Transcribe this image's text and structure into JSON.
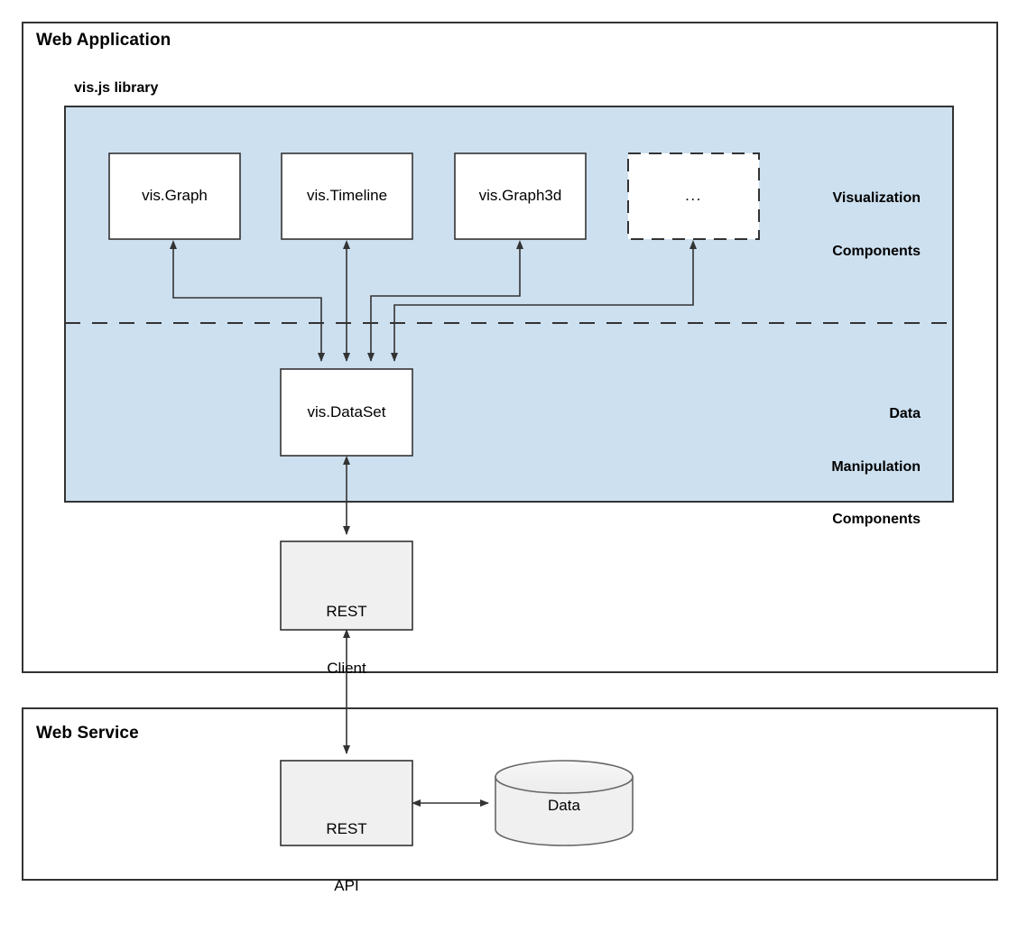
{
  "diagram": {
    "type": "architecture-block-diagram",
    "title_visible": false,
    "colors": {
      "panel_border": "#333333",
      "library_fill": "#cde0f0",
      "library_border": "#333333",
      "node_fill_white": "#ffffff",
      "node_fill_gray": "#f0f0f0",
      "node_border": "#333333",
      "cylinder_fill": "#f0f0f0",
      "cylinder_border": "#666666",
      "arrow": "#333333",
      "divider": "#333333",
      "text": "#000000"
    },
    "panels": [
      {
        "id": "web-application",
        "label": "Web Application"
      },
      {
        "id": "web-service",
        "label": "Web Service"
      }
    ],
    "library": {
      "label": "vis.js library",
      "group_labels": [
        {
          "id": "visualization-components",
          "text": "Visualization\nComponents"
        },
        {
          "id": "data-manipulation-components",
          "text": "Data\nManipulation\nComponents"
        }
      ]
    },
    "nodes": [
      {
        "id": "vis-graph",
        "label": "vis.Graph",
        "style": "solid-white"
      },
      {
        "id": "vis-timeline",
        "label": "vis.Timeline",
        "style": "solid-white"
      },
      {
        "id": "vis-graph3d",
        "label": "vis.Graph3d",
        "style": "solid-white"
      },
      {
        "id": "more",
        "label": "...",
        "style": "dashed-white"
      },
      {
        "id": "vis-dataset",
        "label": "vis.DataSet",
        "style": "solid-white"
      },
      {
        "id": "rest-client",
        "label": "REST\nClient",
        "style": "solid-gray"
      },
      {
        "id": "rest-api",
        "label": "REST\nAPI",
        "style": "solid-gray"
      },
      {
        "id": "data-store",
        "label": "Data",
        "style": "cylinder"
      }
    ],
    "node_text": {
      "vis_graph": "vis.Graph",
      "vis_timeline": "vis.Timeline",
      "vis_graph3d": "vis.Graph3d",
      "more": "...",
      "vis_dataset": "vis.DataSet",
      "rest_client_line1": "REST",
      "rest_client_line2": "Client",
      "rest_api_line1": "REST",
      "rest_api_line2": "API",
      "data_store": "Data"
    },
    "group_text": {
      "visualization_line1": "Visualization",
      "visualization_line2": "Components",
      "data_line1": "Data",
      "data_line2": "Manipulation",
      "data_line3": "Components"
    },
    "edges": [
      {
        "from": "vis-graph",
        "to": "vis-dataset",
        "direction": "both",
        "routing": "orthogonal"
      },
      {
        "from": "vis-timeline",
        "to": "vis-dataset",
        "direction": "both",
        "routing": "straight"
      },
      {
        "from": "vis-graph3d",
        "to": "vis-dataset",
        "direction": "both",
        "routing": "orthogonal"
      },
      {
        "from": "more",
        "to": "vis-dataset",
        "direction": "both",
        "routing": "orthogonal"
      },
      {
        "from": "vis-dataset",
        "to": "rest-client",
        "direction": "both",
        "routing": "straight"
      },
      {
        "from": "rest-client",
        "to": "rest-api",
        "direction": "both",
        "routing": "straight"
      },
      {
        "from": "rest-api",
        "to": "data-store",
        "direction": "both",
        "routing": "straight"
      }
    ]
  }
}
